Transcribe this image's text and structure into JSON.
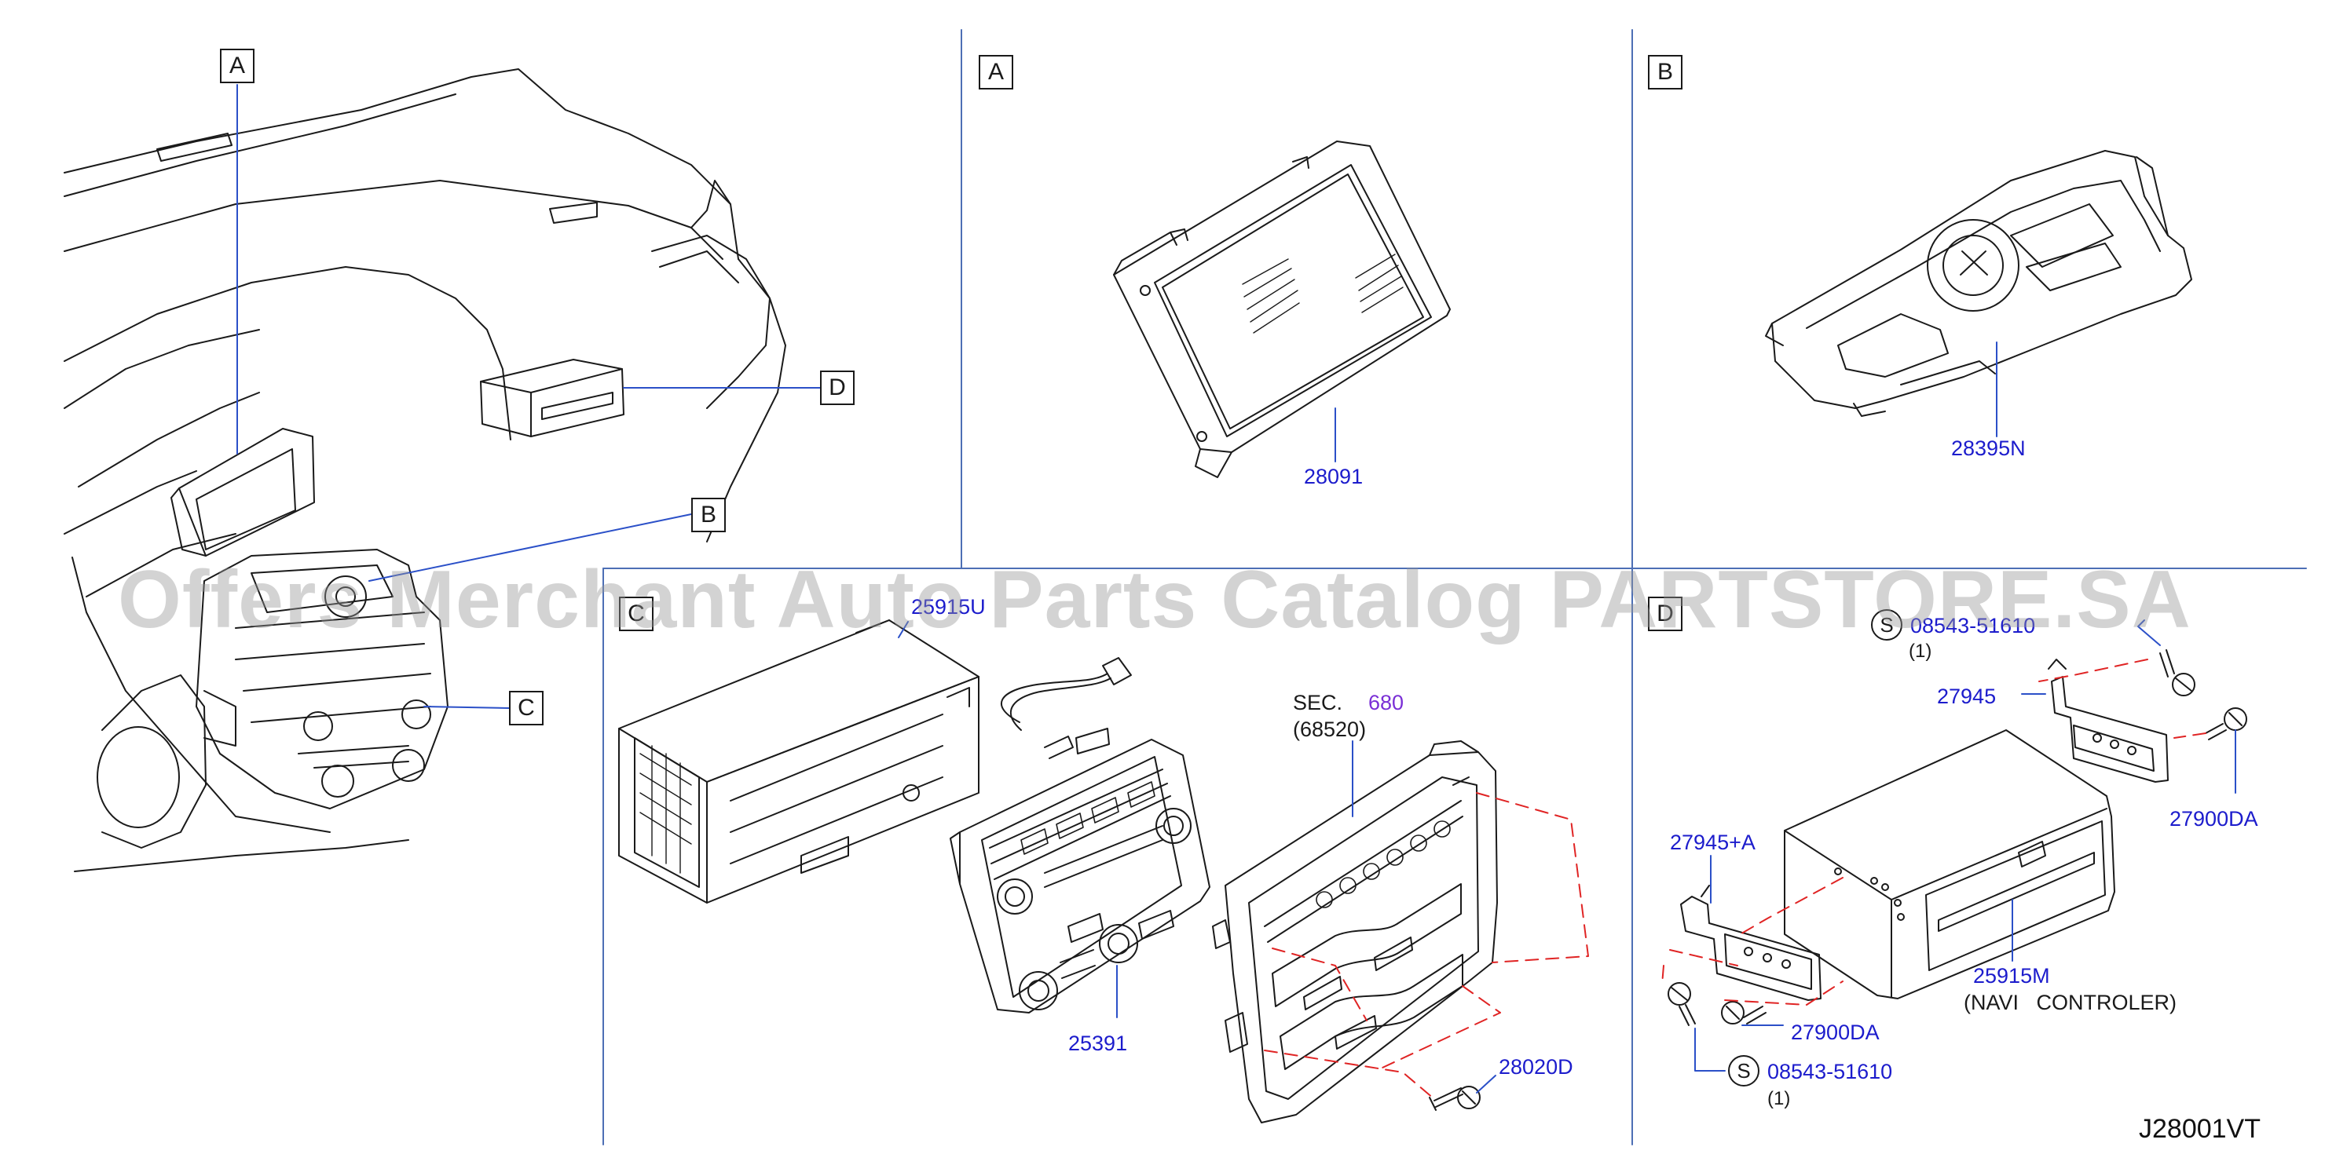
{
  "section_keys": [
    "A",
    "A",
    "B",
    "C",
    "D",
    "B",
    "C",
    "D"
  ],
  "parts": {
    "p28091": "28091",
    "p28395n": "28395N",
    "p25915_c": "25915U",
    "p25391": "25391",
    "p28020d": "28020D",
    "p27945": "27945",
    "p27945a": "27945+A",
    "p27900da_top": "27900DA",
    "p27900da_bottom": "27900DA",
    "p25915m": "25915M",
    "p08543_top": "08543-51610",
    "p08543_bottom": "08543-51610"
  },
  "notes": {
    "sec_prefix": "SEC.",
    "sec_number": "680",
    "sec_ref": "(68520)",
    "qty_top": "(1)",
    "qty_bottom": "(1)",
    "navi_desc": "(NAVI   CONTROLER)",
    "s_symbol": "S"
  },
  "watermark": "Offers Merchant Auto Parts Catalog PARTSTORE.SA",
  "diagram_code": "J28001VT",
  "colors": {
    "line": "#1a1a1a",
    "part_number": "#1c1ccc",
    "section_ref": "#7a2fd6",
    "dashed": "#e02424",
    "leader": "#2b50c8"
  }
}
